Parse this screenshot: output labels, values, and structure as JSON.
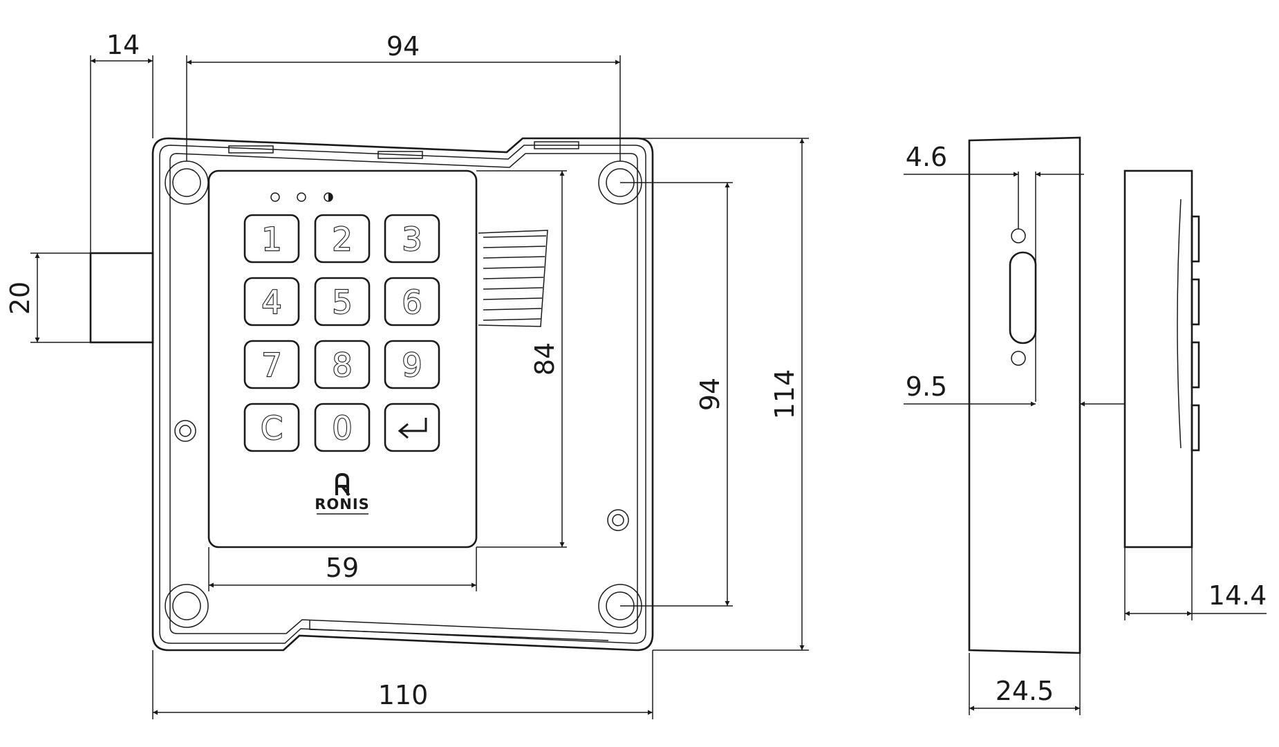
{
  "front_view": {
    "keys": [
      "1",
      "2",
      "3",
      "4",
      "5",
      "6",
      "7",
      "8",
      "9",
      "C",
      "0"
    ],
    "brand": "RONIS"
  },
  "dimensions": {
    "bolt_width": "14",
    "hole_spacing_top": "94",
    "bolt_height": "20",
    "keypad_height": "84",
    "hole_spacing_vertical": "94",
    "total_height": "114",
    "keypad_width": "59",
    "total_width": "110",
    "side_top": "4.6",
    "side_mid": "9.5",
    "side_depth": "24.5",
    "keypad_depth": "14.4"
  }
}
